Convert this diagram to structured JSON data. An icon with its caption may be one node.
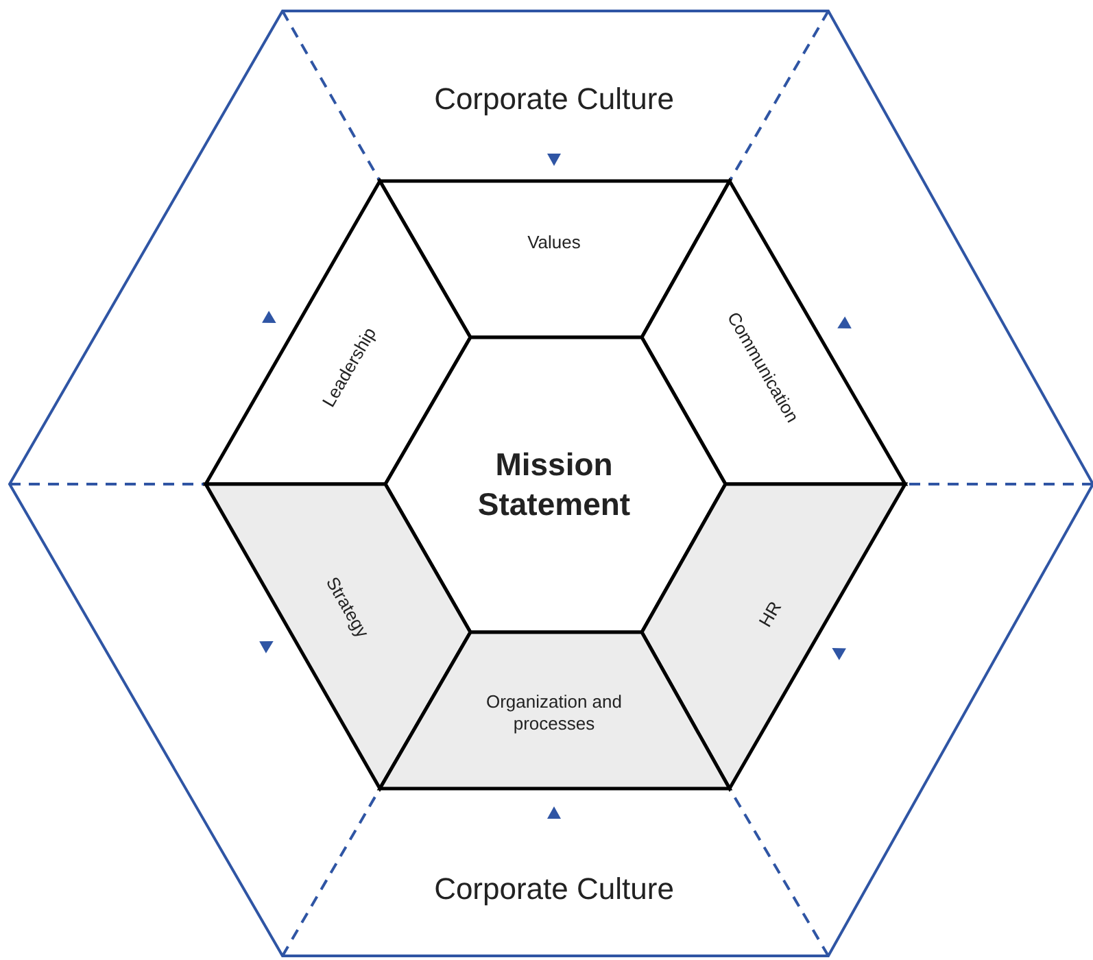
{
  "diagram": {
    "nodes": [
      {
        "text": [
          "Corporate Culture",
          "Corporate Culture"
        ]
      },
      {
        "text": [
          "Values"
        ],
        "in": 0
      },
      {
        "text": [
          "Leadership"
        ],
        "in": 0
      },
      {
        "text": [
          "Communication"
        ],
        "in": 0
      },
      {
        "text": [
          "Mission Statement"
        ],
        "in": 0
      },
      {
        "text": [
          "Strategy"
        ],
        "in": 0
      },
      {
        "text": [
          "HR"
        ],
        "in": 0
      },
      {
        "text": [
          "Organization and processes"
        ],
        "in": 0
      }
    ],
    "edges": []
  }
}
